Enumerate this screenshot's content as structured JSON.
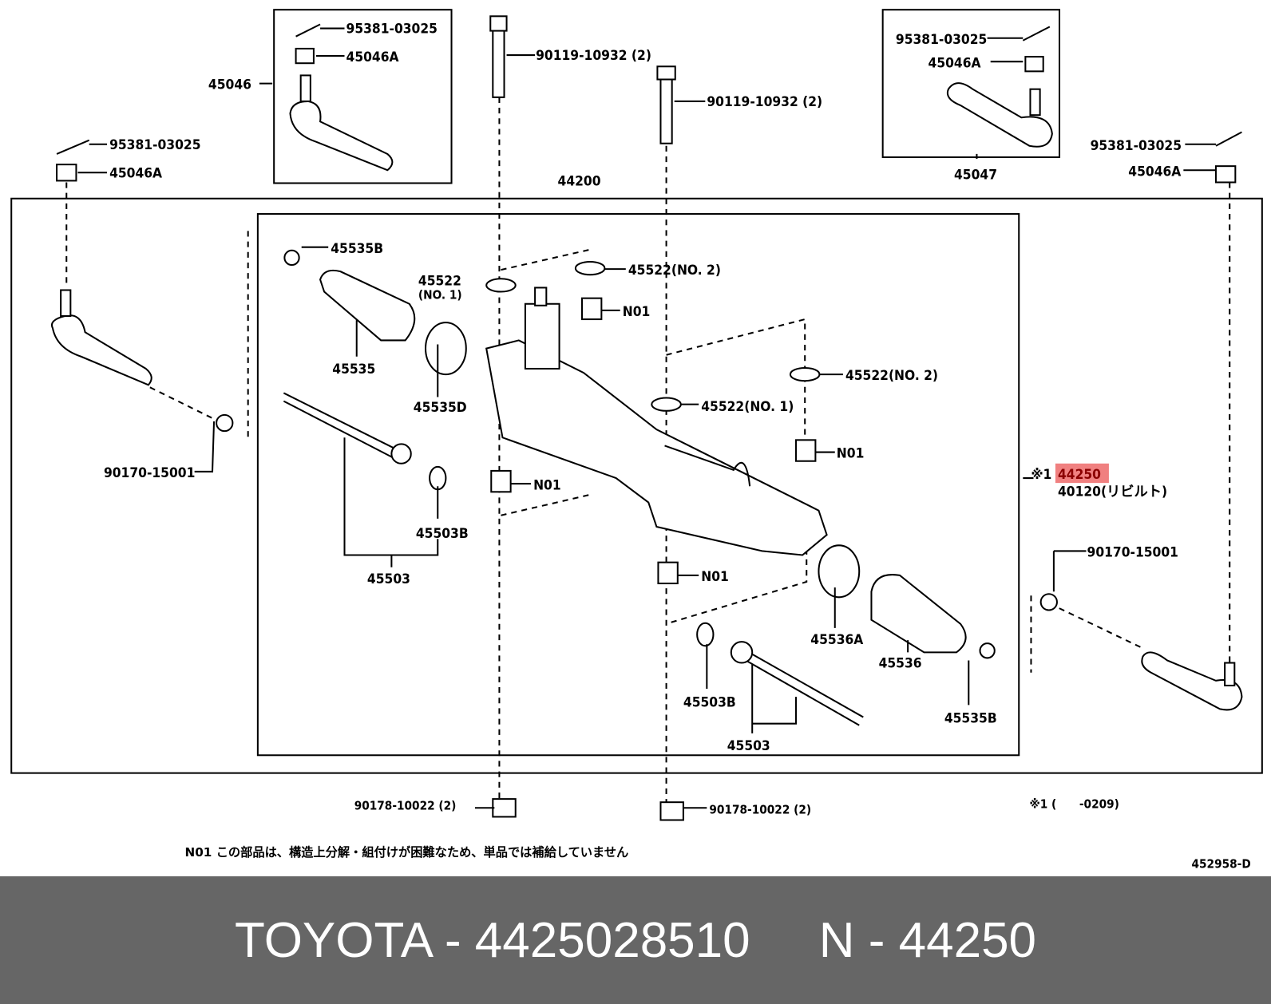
{
  "labels": {
    "p95381_tl": "95381-03025",
    "p45046A_tl": "45046A",
    "p45046": "45046",
    "p95381_l": "95381-03025",
    "p45046A_l": "45046A",
    "p90119_a": "90119-10932 (2)",
    "p90119_b": "90119-10932 (2)",
    "p44200": "44200",
    "p95381_tr": "95381-03025",
    "p45046A_tr": "45046A",
    "p45047": "45047",
    "p95381_r": "95381-03025",
    "p45046A_r": "45046A",
    "p45535B_a": "45535B",
    "p45522_no1_a": "45522",
    "p45522_no1_a_sub": "(NO. 1)",
    "p45522_no2_a": "45522(NO. 2)",
    "n01_a": "N01",
    "p45535": "45535",
    "p45535D": "45535D",
    "p45522_no2_b": "45522(NO. 2)",
    "p45522_no1_b": "45522(NO. 1)",
    "n01_b": "N01",
    "n01_c": "N01",
    "n01_d": "N01",
    "p90170_l": "90170-15001",
    "p45503B_a": "45503B",
    "p45503_a": "45503",
    "star_prefix": "※1",
    "p44250": "44250",
    "p40120": "40120(リビルト)",
    "p90170_r": "90170-15001",
    "p45536A": "45536A",
    "p45536": "45536",
    "p45503B_b": "45503B",
    "p45503_b": "45503",
    "p45535B_b": "45535B",
    "p90178_a": "90178-10022 (2)",
    "p90178_b": "90178-10022 (2)",
    "footnote_range": "※1 (      -0209)",
    "n01_note": "N01 この部品は、構造上分解・組付けが困難なため、単品では補給していません",
    "diagram_id": "452958-D"
  },
  "highlight_color": "#f08080",
  "footer": {
    "brand": "TOYOTA",
    "part_number": "4425028510",
    "ref": "N - 44250",
    "text": "TOYOTA - 4425028510     N - 44250"
  }
}
